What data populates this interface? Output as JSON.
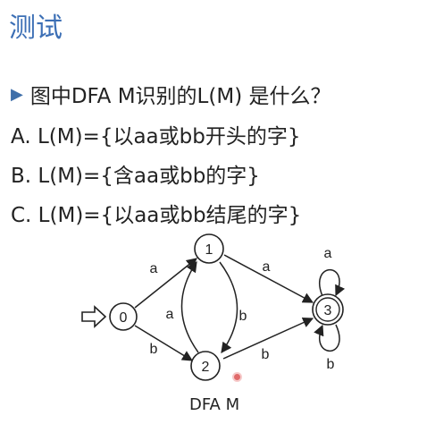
{
  "title": "测试",
  "question": "图中DFA M识别的L(M) 是什么？",
  "options": {
    "a": "A. L(M)={以aa或bb开头的字}",
    "b": "B. L(M)={含aa或bb的字}",
    "c": "C. L(M)={以aa或bb结尾的字}"
  },
  "diagram": {
    "caption": "DFA M",
    "states": {
      "s0": "0",
      "s1": "1",
      "s2": "2",
      "s3": "3"
    },
    "transitions": {
      "t01": "a",
      "t02": "b",
      "t12": "b",
      "t21": "a",
      "t13": "a",
      "t23": "b",
      "t33a": "a",
      "t33b": "b"
    },
    "accepting_state": "3",
    "start_state": "0"
  },
  "colors": {
    "title": "#3c6fb5",
    "bullet": "#3f6fa9",
    "laser_dot": "#e06a6a"
  }
}
